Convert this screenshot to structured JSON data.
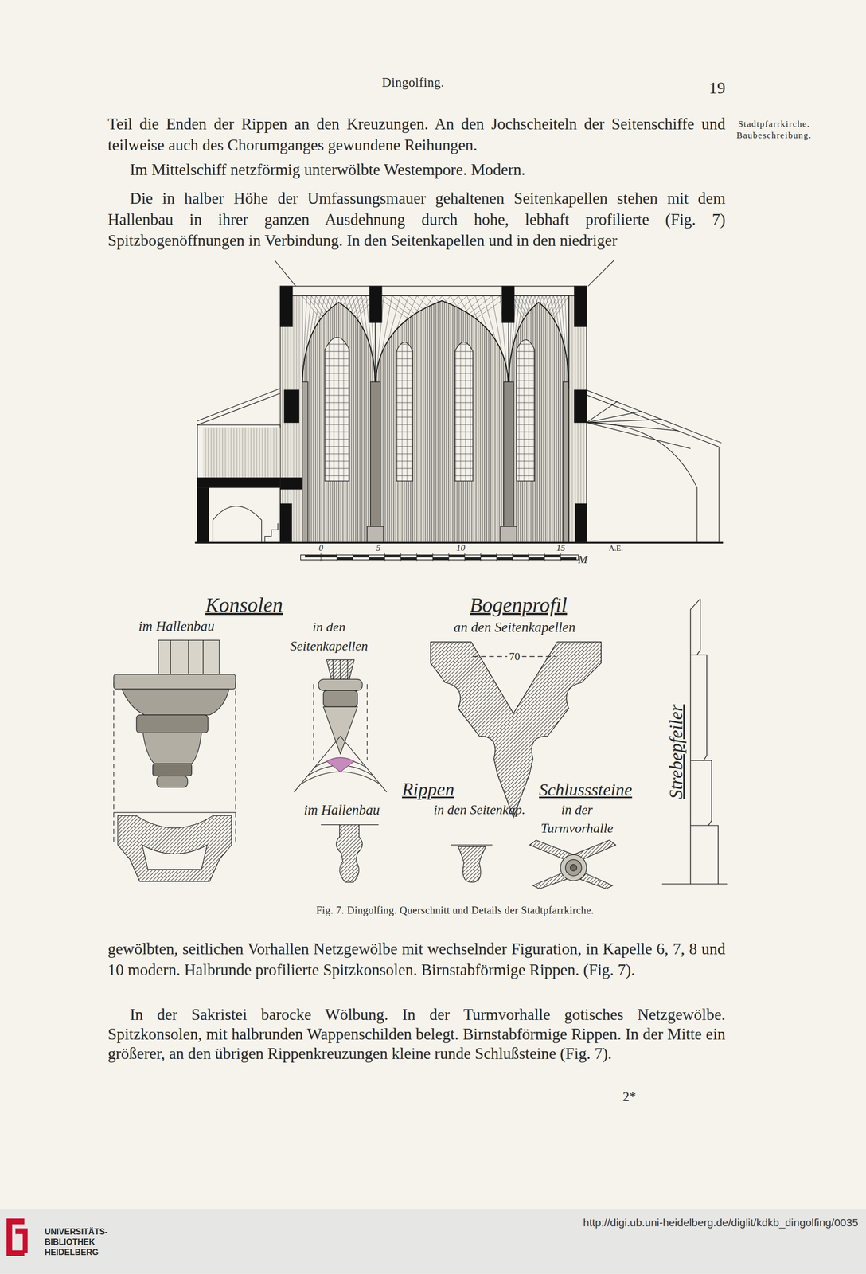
{
  "diagram": {
    "caption": "Fig. 7. Dingolfing. Querschnitt und Details der Stadtpfarrkirche.",
    "labels": [
      "Dingolfing.",
      "19",
      "Stadtpfarrkirche. Baubeschreibung.",
      "Teil die Enden der Rippen an den Kreuzungen. An den Jochscheiteln der Seitenschiffe und teilweise auch des Chorumganges gewundene Reihungen.",
      "Im Mittelschiff netzförmig unterwölbte Westempore. Modern.",
      "Die in halber Höhe der Umfassungsmauer gehaltenen Seitenkapellen stehen mit dem Hallenbau in ihrer ganzen Ausdehnung durch hohe, lebhaft profilierte (Fig. 7) Spitzbogenöffnungen in Verbindung. In den Seitenkapellen und in den niedriger",
      "0",
      "5",
      "10",
      "15",
      "M",
      "A.E.",
      "Konsolen",
      "im Hallenbau",
      "in den Seitenkapellen",
      "Bogenprofil",
      "an den Seitenkapellen",
      "70",
      "Rippen",
      "Schlusssteine",
      "Strebepfeiler",
      "im Hallenbau",
      "in den Seitenkap.",
      "in der Turmvorhalle",
      "gewölbten, seitlichen Vorhallen Netzgewölbe mit wechselnder Figuration, in Kapelle 6, 7, 8 und 10 modern. Halbrunde profilierte Spitzkonsolen. Birnstabförmige Rippen. (Fig. 7).",
      "In der Sakristei barocke Wölbung. In der Turmvorhalle gotisches Netzgewölbe. Spitzkonsolen, mit halbrunden Wappenschilden belegt. Birnstabförmige Rippen. In der Mitte ein größerer, an den übrigen Rippenkreuzungen kleine runde Schlußsteine (Fig. 7).",
      "2*",
      "UNIVERSITÄTS- BIBLIOTHEK HEIDELBERG",
      "http://digi.ub.uni-heidelberg.de/diglit/kdkb_dingolfing/0035"
    ]
  }
}
